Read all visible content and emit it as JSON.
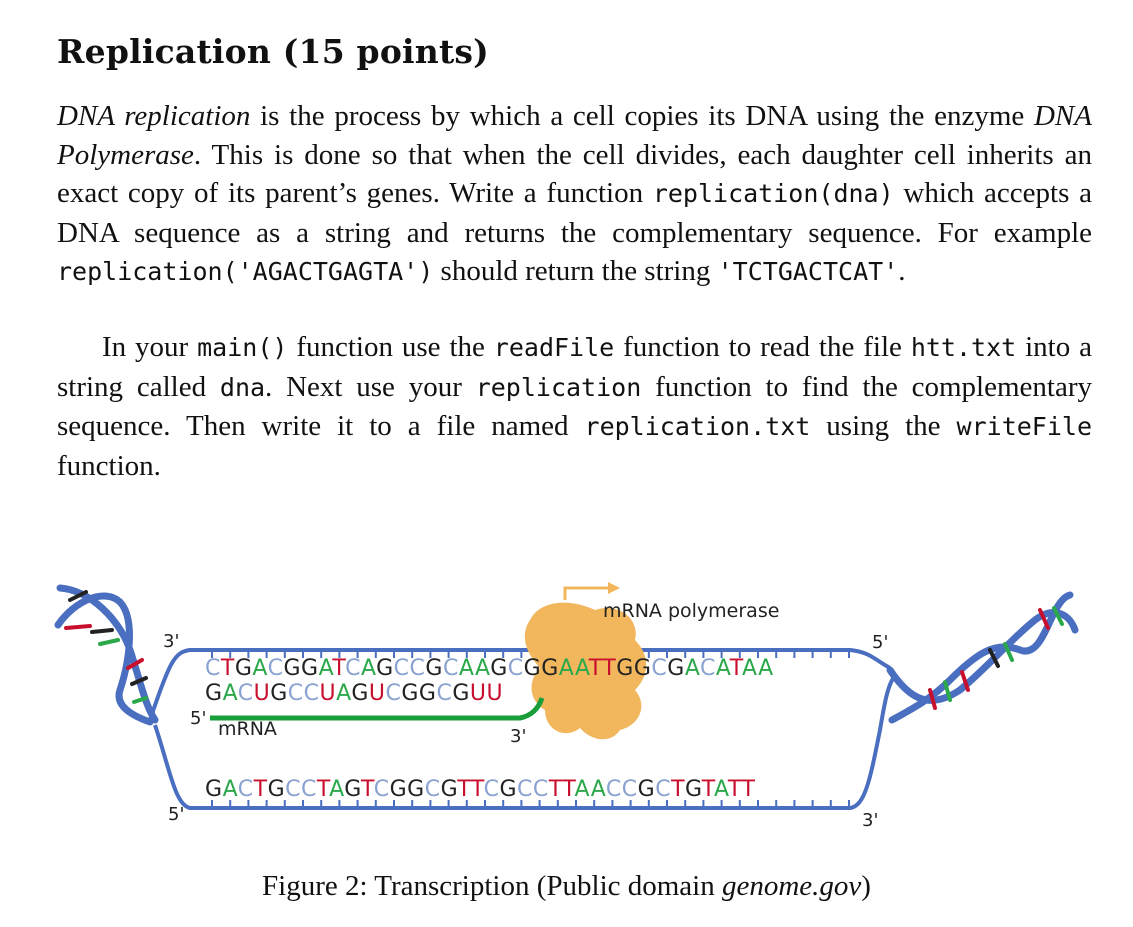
{
  "section": {
    "title": "Replication (15 points)"
  },
  "paragraph1": {
    "term": "DNA replication",
    "t1": " is the process by which a cell copies its DNA using the enzyme ",
    "enzyme": "DNA Polymerase",
    "t2": ". This is done so that when the cell divides, each daughter cell inherits an exact copy of its parent’s genes. Write a function ",
    "code1": "replication(dna)",
    "t3": " which accepts a DNA sequence as a string and returns the complementary sequence.  For example ",
    "code2": "replication('AGACTGAGTA')",
    "t4": " should return the string ",
    "code3": "'TCTGACTCAT'",
    "t5": "."
  },
  "paragraph2": {
    "t1": "In your ",
    "code1": "main()",
    "t2": " function use the ",
    "code2": "readFile",
    "t3": " function to read the file ",
    "code3": "htt.txt",
    "t4": " into a string called ",
    "code4": "dna",
    "t5": ". Next use your ",
    "code5": "replication",
    "t6": " function to find the complementary sequence. Then write it to a file named ",
    "code6": "replication.txt",
    "t7": " using the ",
    "code7": "writeFile",
    "t8": " function."
  },
  "figure": {
    "top_strand": "CTGACGGATCAGCCGCAAGCGGAATTGGCGACATAA",
    "mrna_strand": "GACUGCCUAGUCGGCGUU",
    "bottom_strand": "GACTGCCTAGTCGGCGTTCGCCTTAACCGCTGTATT",
    "label_polymerase": "mRNA polymerase",
    "label_mrna": "mRNA",
    "label_3_top_left": "3'",
    "label_5_top_right": "5'",
    "label_5_mrna": "5'",
    "label_3_mrna": "3'",
    "label_5_bottom_left": "5'",
    "label_3_bottom_right": "3'",
    "colors": {
      "A": "#2aa84a",
      "T": "#c8102e",
      "G": "#222222",
      "C": "#8aa2d0",
      "U": "#c8102e",
      "backbone": "#4a6ec0",
      "mrna": "#1a9e3a",
      "polymerase": "#f2b75c"
    }
  },
  "caption": {
    "prefix": "Figure 2: Transcription (Public domain ",
    "source": "genome.gov",
    "suffix": ")"
  }
}
